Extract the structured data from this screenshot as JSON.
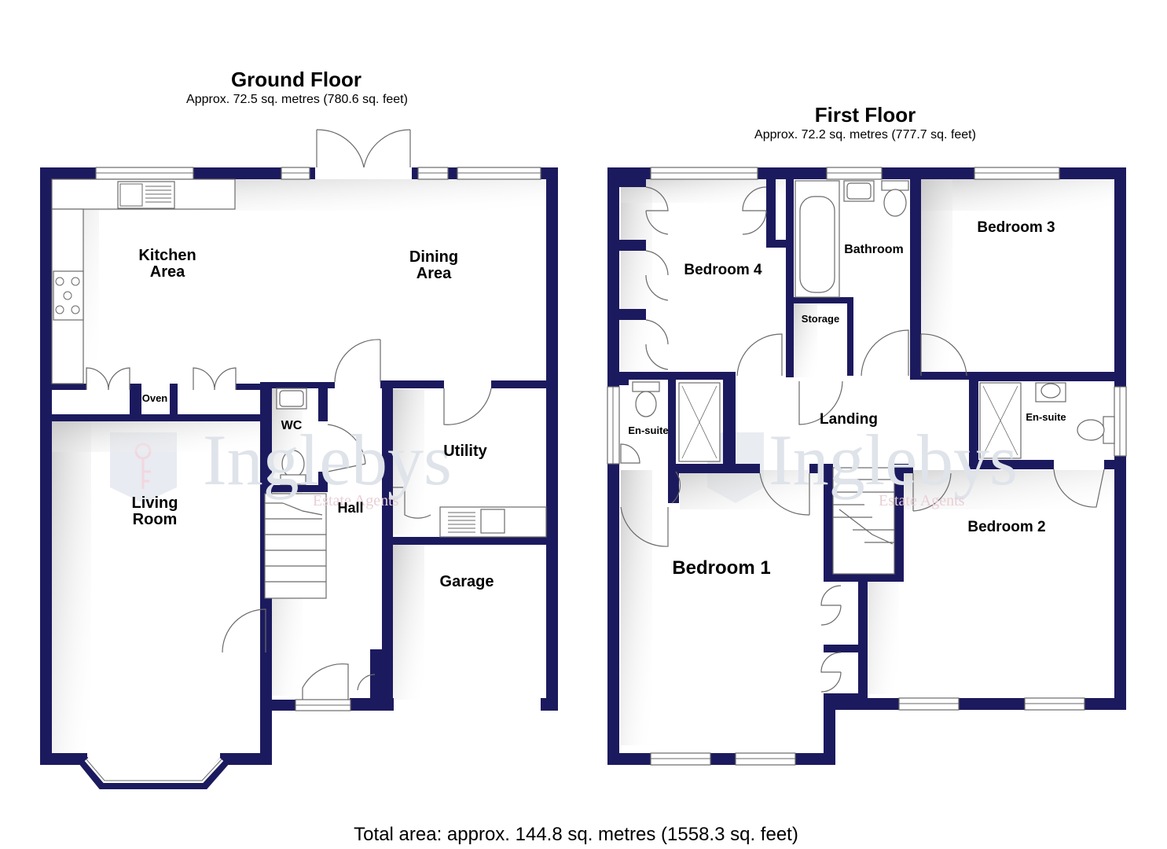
{
  "ground_floor": {
    "title": "Ground Floor",
    "area": "Approx. 72.5 sq. metres (780.6 sq. feet)",
    "rooms": {
      "kitchen_line1": "Kitchen",
      "kitchen_line2": "Area",
      "dining_line1": "Dining",
      "dining_line2": "Area",
      "oven": "Oven",
      "wc": "WC",
      "utility": "Utility",
      "living_line1": "Living",
      "living_line2": "Room",
      "hall": "Hall",
      "garage": "Garage"
    }
  },
  "first_floor": {
    "title": "First Floor",
    "area": "Approx. 72.2 sq. metres (777.7 sq. feet)",
    "rooms": {
      "bedroom4": "Bedroom 4",
      "bathroom": "Bathroom",
      "bedroom3": "Bedroom 3",
      "storage": "Storage",
      "ensuite_left": "En-suite",
      "landing": "Landing",
      "ensuite_right": "En-suite",
      "bedroom2": "Bedroom 2",
      "bedroom1": "Bedroom 1"
    }
  },
  "watermark": {
    "brand": "Inglebys",
    "tagline": "Estate Agents"
  },
  "total_area": "Total area: approx. 144.8 sq. metres (1558.3 sq. feet)",
  "colors": {
    "wall": "#1c1a5e",
    "shadow": "#d0d0d0",
    "watermark": "#dfe3ea",
    "background": "#ffffff"
  }
}
